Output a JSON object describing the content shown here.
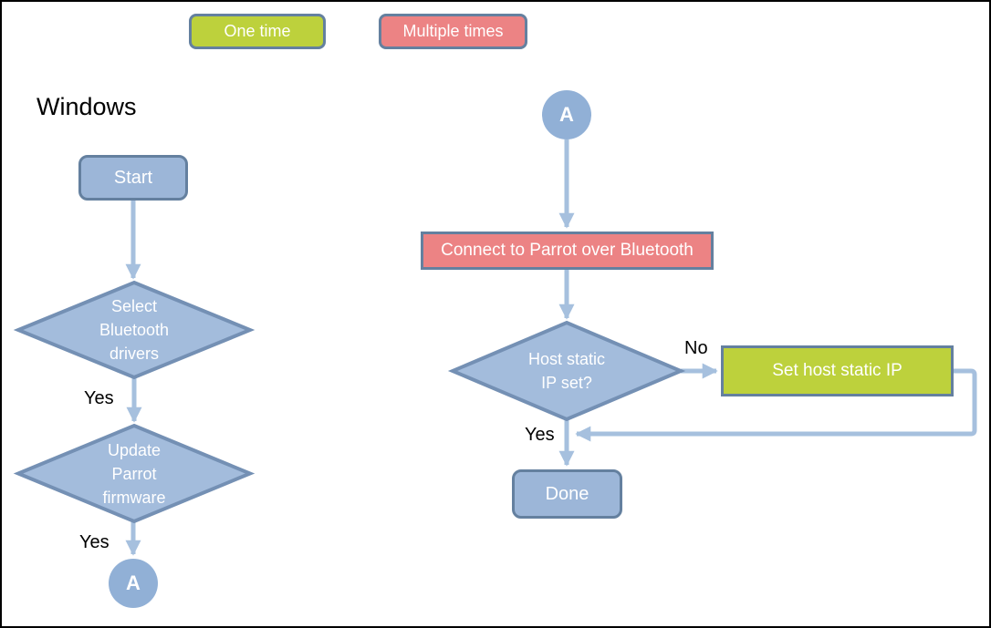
{
  "legend": {
    "items": [
      {
        "label": "One time",
        "color": "#bdd13c"
      },
      {
        "label": "Multiple times",
        "color": "#ec8384"
      }
    ]
  },
  "title": "Windows",
  "colors": {
    "one_time_green": "#bdd13c",
    "multiple_times_red": "#ec8384",
    "node_blue_fill": "#9cb6d8",
    "node_border": "#64809f",
    "diamond_fill": "#a3bcdc",
    "diamond_border": "#7490b4",
    "connector_circle_fill": "#91b0d6",
    "arrow": "#a6c0de",
    "frame": "#000000"
  },
  "left_flow": {
    "start": "Start",
    "select_drivers": "Select\nBluetooth\ndrivers",
    "select_yes": "Yes",
    "update_firmware": "Update\nParrot\nfirmware",
    "update_yes": "Yes",
    "connector": "A"
  },
  "right_flow": {
    "connector": "A",
    "connect_bluetooth": "Connect to Parrot over Bluetooth",
    "host_ip_question": "Host static\nIP set?",
    "no_label": "No",
    "set_static_ip": "Set host static IP",
    "yes_label": "Yes",
    "done": "Done"
  }
}
